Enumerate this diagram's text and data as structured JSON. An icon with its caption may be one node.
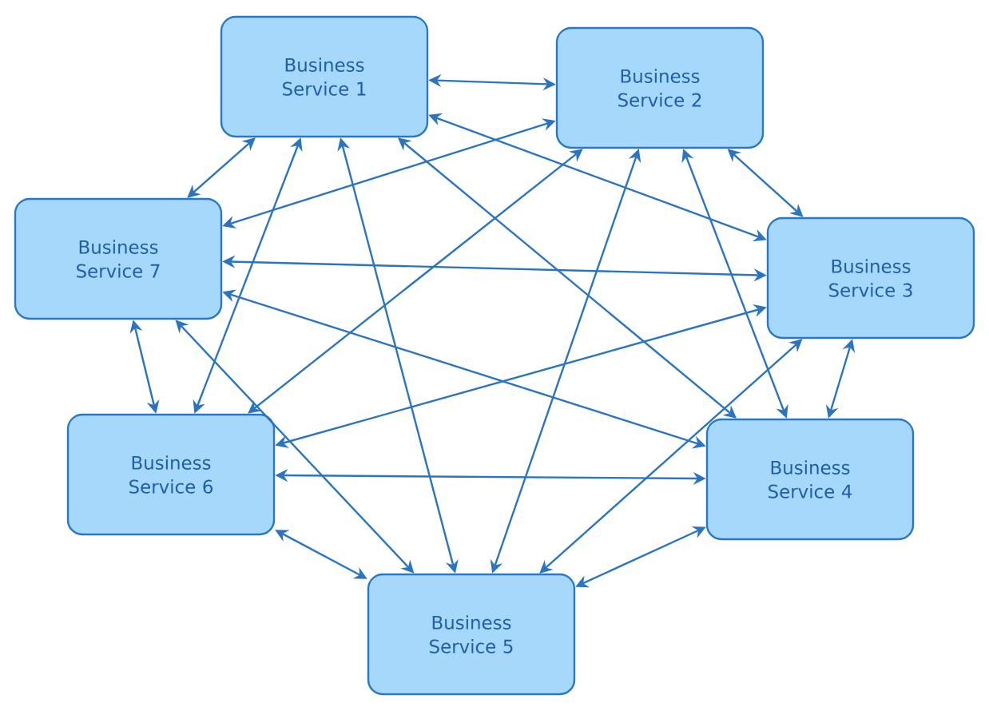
{
  "diagram": {
    "nodes": [
      {
        "text": [
          "Business Service 1"
        ]
      },
      {
        "text": [
          "Business Service 2"
        ]
      },
      {
        "text": [
          "Business Service 3"
        ]
      },
      {
        "text": [
          "Business Service 4"
        ]
      },
      {
        "text": [
          "Business Service 5"
        ]
      },
      {
        "text": [
          "Business Service 6"
        ]
      },
      {
        "text": [
          "Business Service 7"
        ]
      }
    ],
    "edges": [
      {
        "from": 0,
        "to": 1,
        "arrow": "both"
      },
      {
        "from": 1,
        "to": 2,
        "arrow": "both"
      },
      {
        "from": 2,
        "to": 3,
        "arrow": "both"
      },
      {
        "from": 3,
        "to": 4,
        "arrow": "both"
      },
      {
        "from": 4,
        "to": 5,
        "arrow": "both"
      },
      {
        "from": 5,
        "to": 6,
        "arrow": "both"
      },
      {
        "from": 6,
        "to": 0,
        "arrow": "both"
      },
      {
        "from": 0,
        "to": 2,
        "arrow": "both"
      },
      {
        "from": 0,
        "to": 3,
        "arrow": "both"
      },
      {
        "from": 0,
        "to": 4,
        "arrow": "both"
      },
      {
        "from": 0,
        "to": 5,
        "arrow": "both"
      },
      {
        "from": 1,
        "to": 3,
        "arrow": "both"
      },
      {
        "from": 1,
        "to": 4,
        "arrow": "both"
      },
      {
        "from": 1,
        "to": 5,
        "arrow": "both"
      },
      {
        "from": 1,
        "to": 6,
        "arrow": "both"
      },
      {
        "from": 2,
        "to": 4,
        "arrow": "both"
      },
      {
        "from": 2,
        "to": 5,
        "arrow": "both"
      },
      {
        "from": 2,
        "to": 6,
        "arrow": "both"
      },
      {
        "from": 3,
        "to": 5,
        "arrow": "both"
      },
      {
        "from": 3,
        "to": 6,
        "arrow": "both"
      },
      {
        "from": 4,
        "to": 6,
        "arrow": "both"
      }
    ]
  }
}
